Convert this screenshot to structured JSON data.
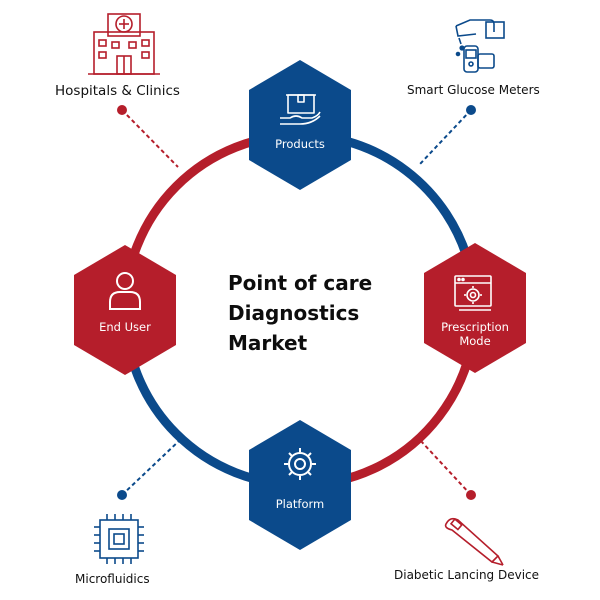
{
  "title": {
    "line1": "Point of care",
    "line2": "Diagnostics",
    "line3": "Market"
  },
  "segments": {
    "products": "Products",
    "end_user": "End User",
    "prescription_line1": "Prescription",
    "prescription_line2": "Mode",
    "platform": "Platform"
  },
  "outer": {
    "hospitals": "Hospitals & Clinics",
    "glucose": "Smart Glucose Meters",
    "microfluidics": "Microfluidics",
    "lancing": "Diabetic Lancing Device"
  },
  "colors": {
    "red": "#b51e2b",
    "blue": "#0b4a8b"
  },
  "icons": [
    "hospital-icon",
    "glucose-meter-icon",
    "microchip-icon",
    "thermometer-icon",
    "box-hand-icon",
    "user-icon",
    "settings-window-icon",
    "gear-icon"
  ]
}
